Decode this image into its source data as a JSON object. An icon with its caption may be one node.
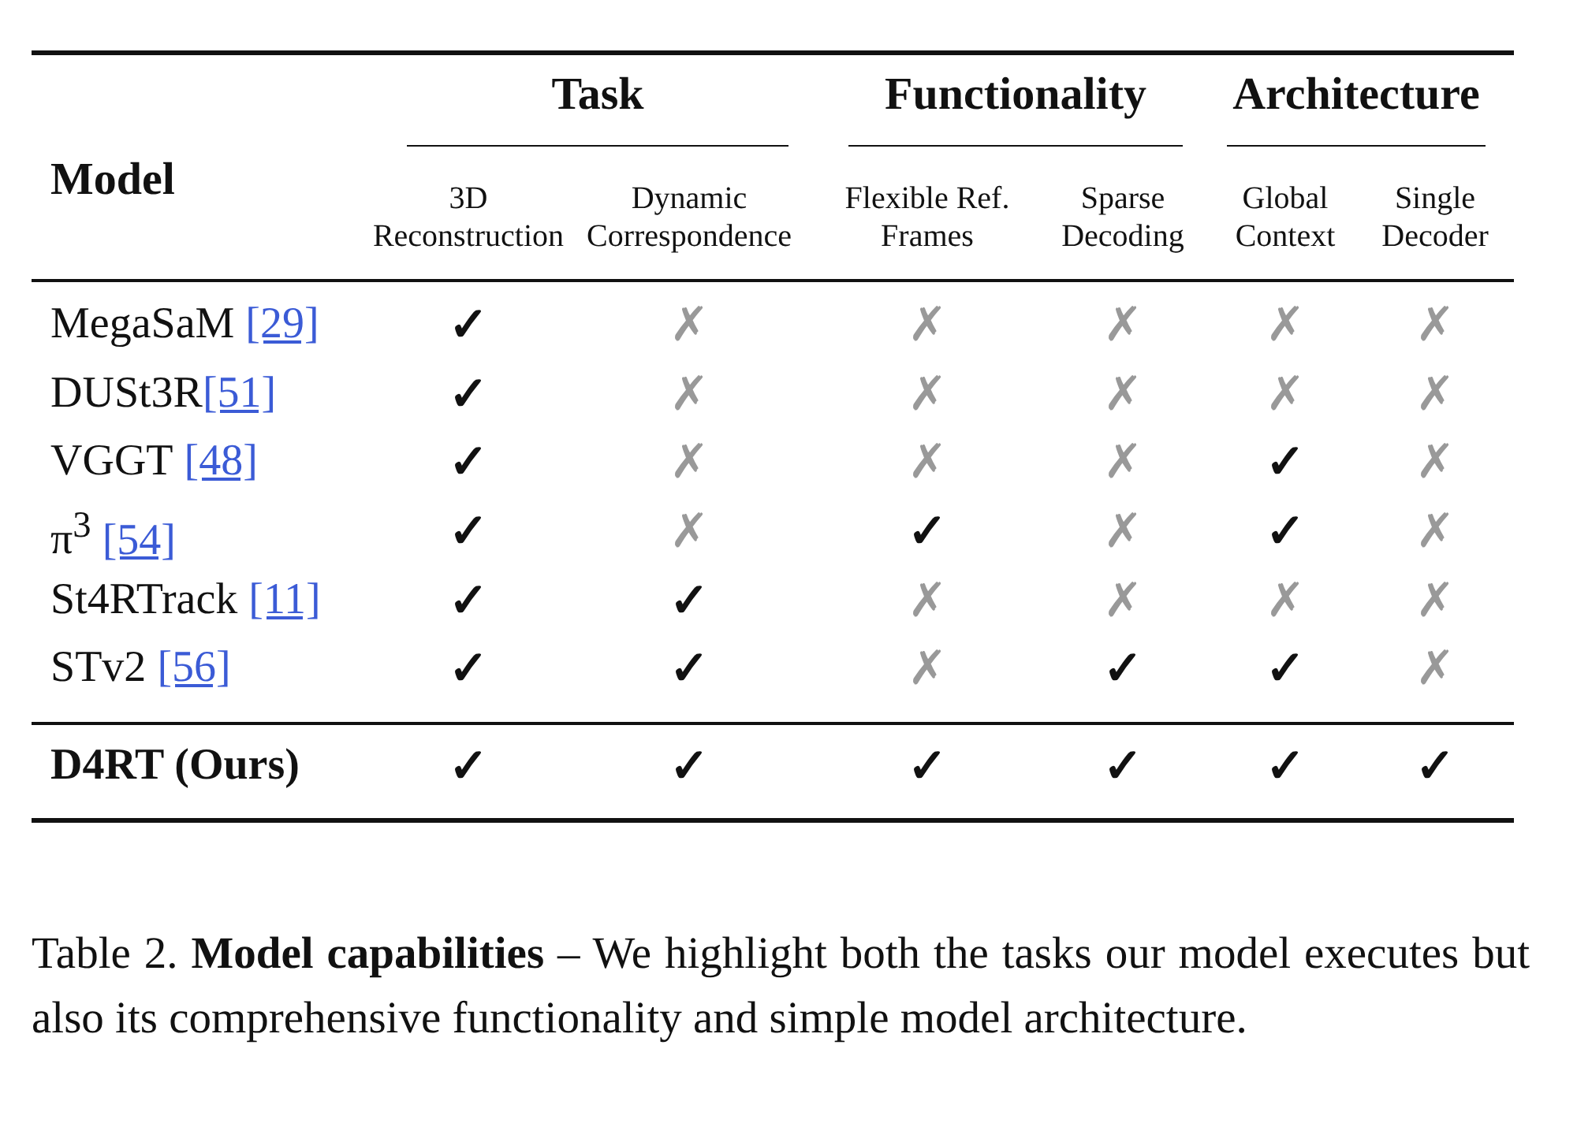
{
  "diagram": {
    "caption": "Table 2. **Model capabilities** – We highlight both the tasks our model executes but also its comprehensive functionality and simple model architecture.",
    "labels": [
      "Model",
      "Task",
      "Functionality",
      "Architecture",
      "3D Reconstruction",
      "Dynamic Correspondence",
      "Flexible Ref. Frames",
      "Sparse Decoding",
      "Global Context",
      "Single Decoder",
      "MegaSaM [29]",
      "✓",
      "✗",
      "✗",
      "✗",
      "✗",
      "✗",
      "DUSt3R[51]",
      "✓",
      "✗",
      "✗",
      "✗",
      "✗",
      "✗",
      "VGGT [48]",
      "✓",
      "✗",
      "✗",
      "✗",
      "✓",
      "✗",
      "π$^{3}$ [54]",
      "✓",
      "✗",
      "✓",
      "✗",
      "✓",
      "✗",
      "St4RTrack [11]",
      "✓",
      "✓",
      "✗",
      "✗",
      "✗",
      "✗",
      "STv2 [56]",
      "✓",
      "✓",
      "✗",
      "✓",
      "✓",
      "✗",
      "D4RT (Ours)",
      "✓",
      "✓",
      "✓",
      "✓",
      "✓",
      "✓"
    ]
  }
}
